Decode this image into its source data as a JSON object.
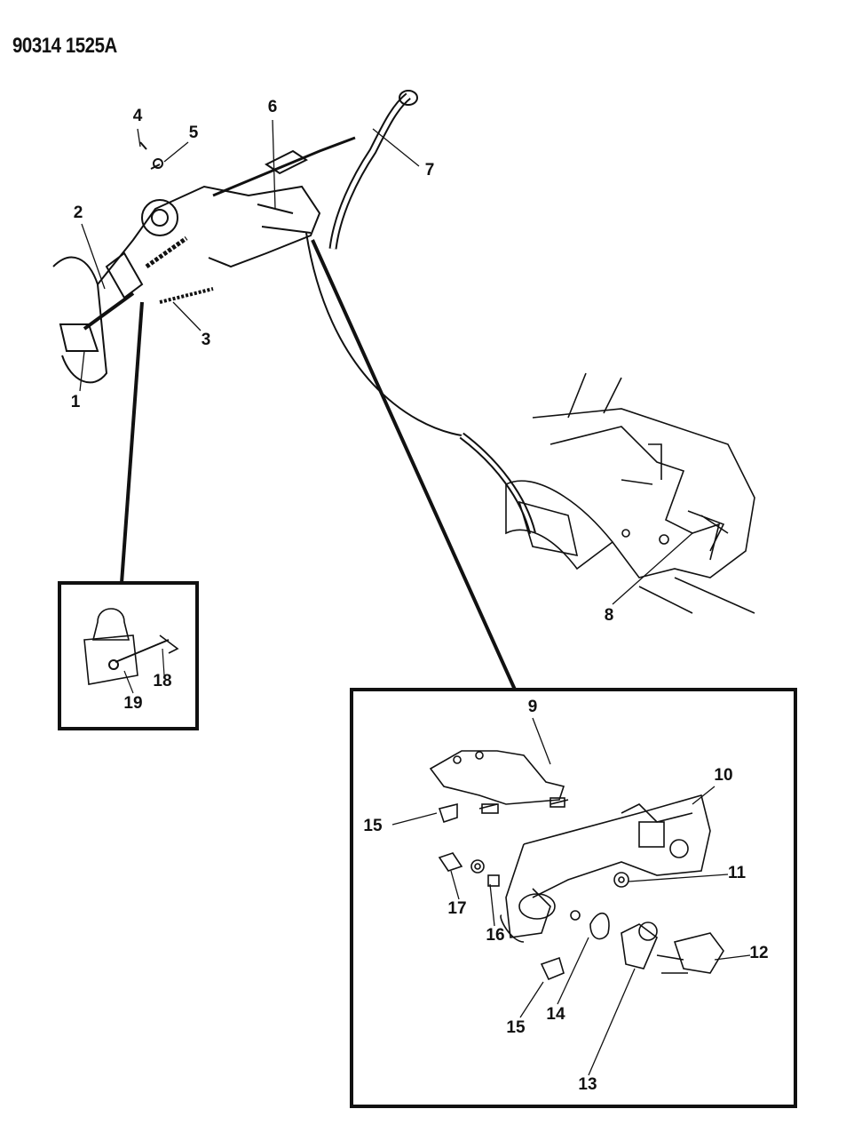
{
  "diagram_code": "90314 1525A",
  "callouts": [
    "1",
    "2",
    "3",
    "4",
    "5",
    "6",
    "7",
    "8",
    "9",
    "10",
    "11",
    "12",
    "13",
    "14",
    "15",
    "16",
    "17",
    "18",
    "19"
  ],
  "callout_15_second": "15",
  "ink_color": "#111111"
}
